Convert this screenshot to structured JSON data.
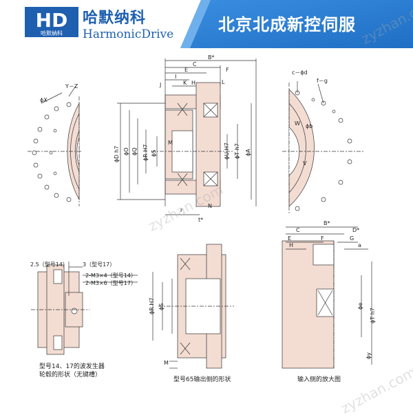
{
  "header": {
    "logo_mark": "HD",
    "logo_sub": "哈默纳科",
    "brand_cn": "哈默纳科",
    "brand_en": "HarmonicDrive",
    "banner_text": "北京北成新控伺服"
  },
  "colors": {
    "brand_blue": "#1e5fb0",
    "banner_blue": "#2a7fd4",
    "part_fill": "#f3dcd2",
    "line": "#333333"
  },
  "notes": {
    "note_2_5": "2.5（型号14）",
    "note_3": "3（型号17）",
    "note_m3x4": "2-M3×4（型号14）",
    "note_m3x6": "2-M3×6（型号17）"
  },
  "captions": {
    "hub_line1": "型号14、17的波发生器",
    "hub_line2": "轮毂的形状（无键槽）",
    "model65": "型号65输出侧的形状",
    "enlarged": "输入侧的放大图"
  },
  "labels": {
    "B": "B*",
    "C": "C",
    "E": "E",
    "F": "F",
    "I": "I",
    "H": "H",
    "K": "K",
    "J": "J",
    "L": "L",
    "YZ": "Y－Z",
    "phiX": "ϕX",
    "phiD": "ϕD h7",
    "phiO": "ϕO",
    "phiQ": "ϕQ",
    "phiR": "ϕR H7",
    "phiS": "ϕS",
    "M": "M",
    "phiU": "ϕU H7",
    "phiT": "ϕT h7",
    "phiA": "ϕA",
    "r": "r",
    "t": "t*",
    "N": "N",
    "cd": "c－ϕd",
    "fg": "f－g",
    "W": "W",
    "phib": "ϕb",
    "V": "V",
    "B2": "B*",
    "C2": "C",
    "D2": "D*",
    "E2": "E",
    "F2": "F",
    "G2": "G",
    "H2": "H",
    "a2": "a",
    "phie": "ϕe",
    "phiT2": "ϕT h7",
    "phiy": "ϕy",
    "phiR2": "ϕR H7",
    "phiS2": "ϕS",
    "M2": "M"
  },
  "watermarks": [
    "zyzhan.com",
    "zyzhan.com",
    "zyzhan.com"
  ]
}
